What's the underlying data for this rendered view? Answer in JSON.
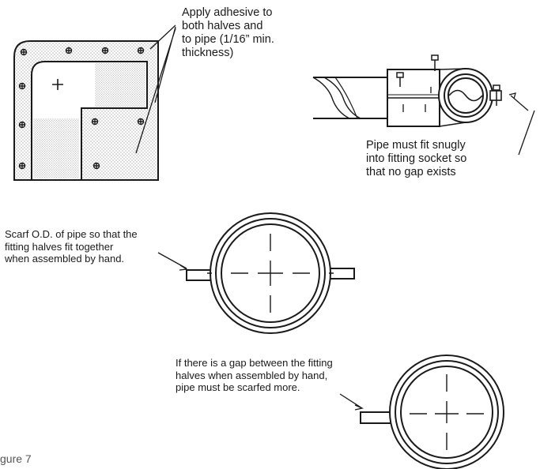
{
  "callouts": {
    "adhesive": [
      "Apply adhesive to",
      "both halves and",
      "to pipe (1/16” min.",
      "thickness)"
    ],
    "snug_fit": [
      "Pipe must fit snugly",
      "into fitting socket so",
      "that no gap exists"
    ],
    "scarf": [
      "Scarf O.D. of pipe so that the",
      "fitting halves fit together",
      "when assembled by hand."
    ],
    "gap": [
      "If there is a gap between the fitting",
      "halves when assembled by hand,",
      "pipe must be scarfed more."
    ]
  },
  "caption": "gure 7",
  "colors": {
    "ink": "#1a1a1a",
    "stipple": "#9a9a9a"
  }
}
